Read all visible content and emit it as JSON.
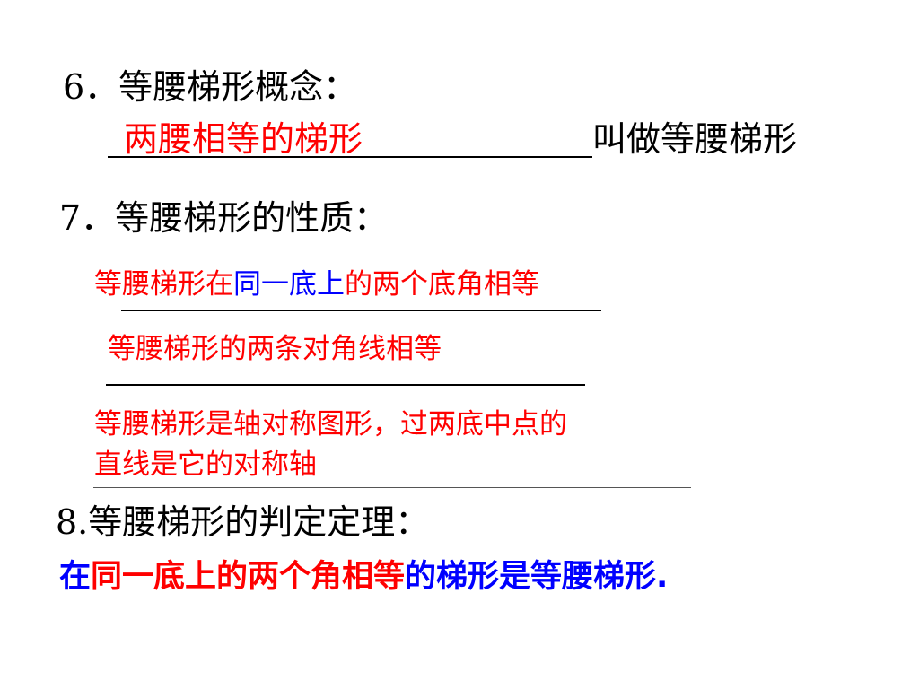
{
  "item6": {
    "title": "6．等腰梯形概念：",
    "answer": "两腰相等的梯形",
    "suffix": "叫做等腰梯形"
  },
  "item7": {
    "title": "7．等腰梯形的性质：",
    "property1": {
      "part1": "等腰梯形在",
      "part2": "同一底上",
      "part3": "的两个底角相等"
    },
    "property2": "等腰梯形的两条对角线相等",
    "property3": {
      "line1": "等腰梯形是轴对称图形，过两底中点的",
      "line2": "直线是它的对称轴"
    }
  },
  "item8": {
    "title": "8.等腰梯形的判定定理：",
    "theorem": {
      "part1": "在",
      "part2": "同一底上的两个角相等",
      "part3": "的梯形是等腰梯形."
    }
  },
  "colors": {
    "answer": "#ff0000",
    "highlight": "#0000ff",
    "text": "#000000"
  }
}
